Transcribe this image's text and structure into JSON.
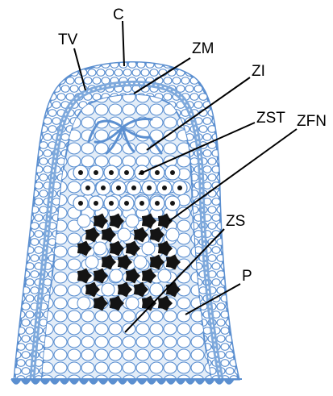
{
  "labels": {
    "c": "C",
    "tv": "TV",
    "zm": "ZM",
    "zi": "ZI",
    "zst": "ZST",
    "zfn": "ZFN",
    "zs": "ZS",
    "p": "P"
  },
  "colors": {
    "outline": "#5b8fd0",
    "cell_fill": "#ffffff",
    "vascular_band": "#7ea9dc",
    "interior_tint": "#e3edf8",
    "nematode_cells": "#141414",
    "label_text": "#000000",
    "leader_line": "#000000"
  }
}
